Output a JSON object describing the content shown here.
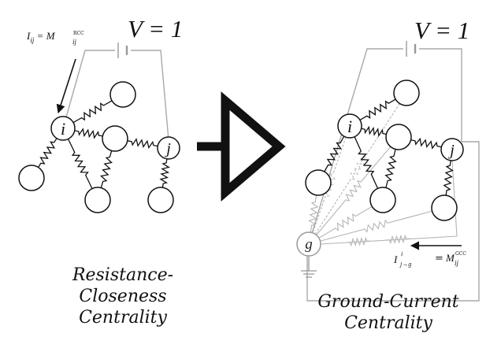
{
  "left_panel": {
    "voltage_label": "V = 1",
    "current_label": {
      "lhs": "I",
      "lhs_sub": "ij",
      "rhs": "M",
      "rhs_sup": "RCC",
      "rhs_sub": "ij"
    },
    "node_i": "i",
    "node_j": "j",
    "caption_lines": [
      "Resistance-",
      "Closeness",
      "Centrality"
    ]
  },
  "right_panel": {
    "voltage_label": "V = 1",
    "node_i": "i",
    "node_j": "j",
    "node_g": "g",
    "current_label": {
      "lhs": "I",
      "lhs_sup": "i",
      "lhs_sub": "j→g",
      "rhs": "M",
      "rhs_sup": "GCC",
      "rhs_sub": "ij"
    },
    "caption_lines": [
      "Ground-Current",
      "Centrality"
    ]
  },
  "colors": {
    "ink": "#111111",
    "wire": "#a8a8a8",
    "ground_resistor": "#b4b4b4",
    "background": "#ffffff"
  }
}
